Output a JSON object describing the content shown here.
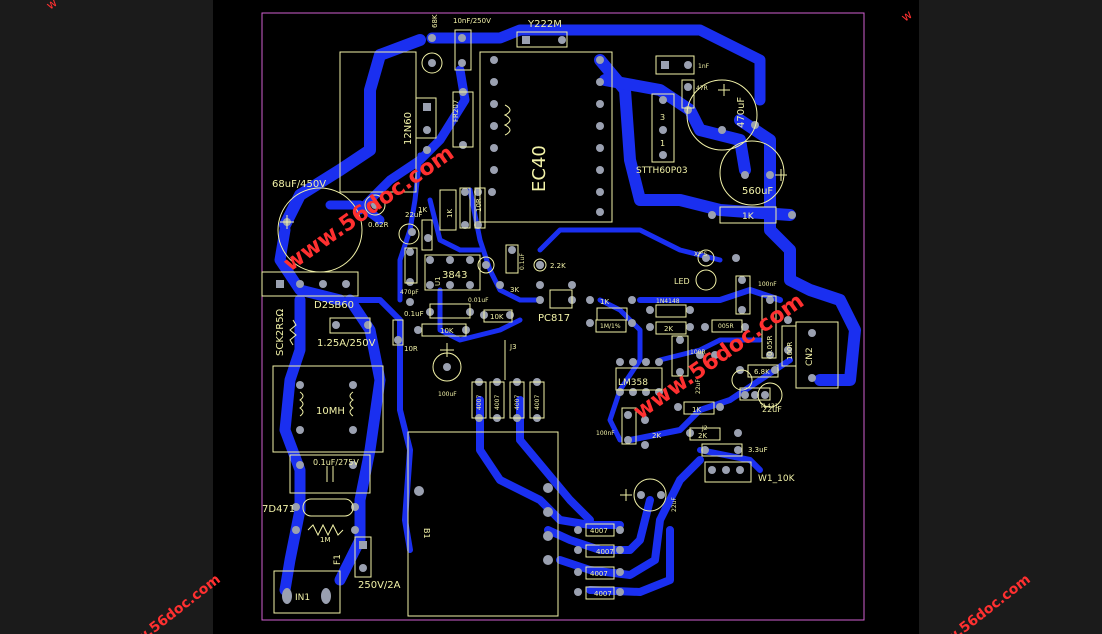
{
  "colors": {
    "background_outer": "#1b1b1b",
    "board": "#000000",
    "outline": "#d060d0",
    "trace": "#1a2ff0",
    "silk": "#f2f2a8",
    "pad": "#9aa0b0",
    "watermark": "#ff3030"
  },
  "watermarks": [
    "www.56doc.com",
    "www.56doc.com",
    "www.56doc.com",
    "www.56doc.com"
  ],
  "labels": {
    "ec40": "EC40",
    "y222m": "Y222M",
    "cap_10nf": "10nF/250V",
    "res_68k": "68K",
    "mosfet": "12N60",
    "fr207": "FR207",
    "c68uf": "68uF/450V",
    "r062": "0.62R",
    "r1k_a": "1K",
    "r1k_b": "1K",
    "r10r": "10R",
    "c22uf": "22uF",
    "ic3843": "3843",
    "u1": "U1",
    "c470pf": "470pF",
    "c001uf": "0.01uF",
    "r3k": "3K",
    "c01uf_a": "0.1uF",
    "c01uf_b": "0.1uF",
    "r2k2": "2.2K",
    "r10k_a": "10K",
    "r10k_b": "10K",
    "pc817": "PC817",
    "r10r_b": "10R",
    "j3": "J3",
    "c100uf": "100uF",
    "d2sb60": "D2SB60",
    "sck2r5": "SCK2R5Ω",
    "fuse_main": "1.25A/250V",
    "choke": "10MH",
    "xcap": "0.1uF/275V",
    "varistor": "7D471",
    "r1m": "1M",
    "f1": "F1",
    "fuse_in": "250V/2A",
    "in": "IN1",
    "d4007": [
      "4007",
      "4007",
      "4007",
      "4007"
    ],
    "d4007_b": [
      "4007",
      "4007",
      "4007",
      "4007"
    ],
    "b1": "B1",
    "stth": "STTH60P03",
    "c1nf": "1nF",
    "r47r": "47R",
    "c470uf": "470uF",
    "c560uf": "560uF",
    "r1k_out": "1K",
    "xp5": "XP'S",
    "led": "LED",
    "c100nf": "100nF",
    "r1k_c": "1K",
    "r1n4148": "1N4148",
    "r1m1": "1M/1%",
    "r2k_a": "2K",
    "r100r": "100R",
    "d005": "005R",
    "c005": "0.05R",
    "lm358": "LM358",
    "c22uf_b": "22uF",
    "r6k8": "6.8K",
    "cn2": "CN2",
    "r1k_d": "1K",
    "tl431": "TL431",
    "c22uf_c": "22uF",
    "c100nf_b": "100nF",
    "r2k_b": "2K",
    "j2": "J2",
    "r2k_c": "2K",
    "c33uf": "3.3uF",
    "w1": "W1_10K",
    "c22uf_d": "22uF",
    "t3": "3",
    "t1": "1"
  }
}
